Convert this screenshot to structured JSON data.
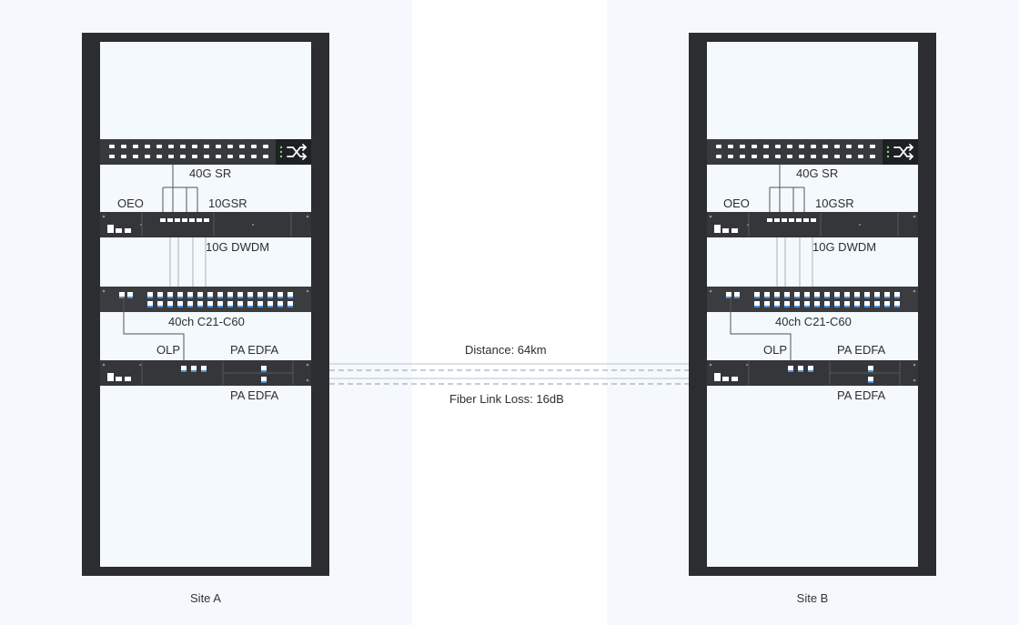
{
  "sites": [
    {
      "name": "Site A",
      "labels": {
        "switch_ports": "40G SR",
        "oeo": "OEO",
        "oeo_client": "10GSR",
        "oeo_line": "10G DWDM",
        "mux": "40ch C21-C60",
        "olp": "OLP",
        "pa_edfa_top": "PA EDFA",
        "pa_edfa_bottom": "PA EDFA"
      }
    },
    {
      "name": "Site B",
      "labels": {
        "switch_ports": "40G SR",
        "oeo": "OEO",
        "oeo_client": "10GSR",
        "oeo_line": "10G DWDM",
        "mux": "40ch C21-C60",
        "olp": "OLP",
        "pa_edfa_top": "PA EDFA",
        "pa_edfa_bottom": "PA EDFA"
      }
    }
  ],
  "link": {
    "distance": "Distance: 64km",
    "loss": "Fiber Link Loss: 16dB"
  },
  "colors": {
    "rack_frame": "#2b2d30",
    "device": "#34363a",
    "port_blue": "#4a90d9",
    "fiber_line": "#9aa7b6",
    "background_panel": "#f5f9fd"
  },
  "icons": [
    "shuffle-icon"
  ]
}
